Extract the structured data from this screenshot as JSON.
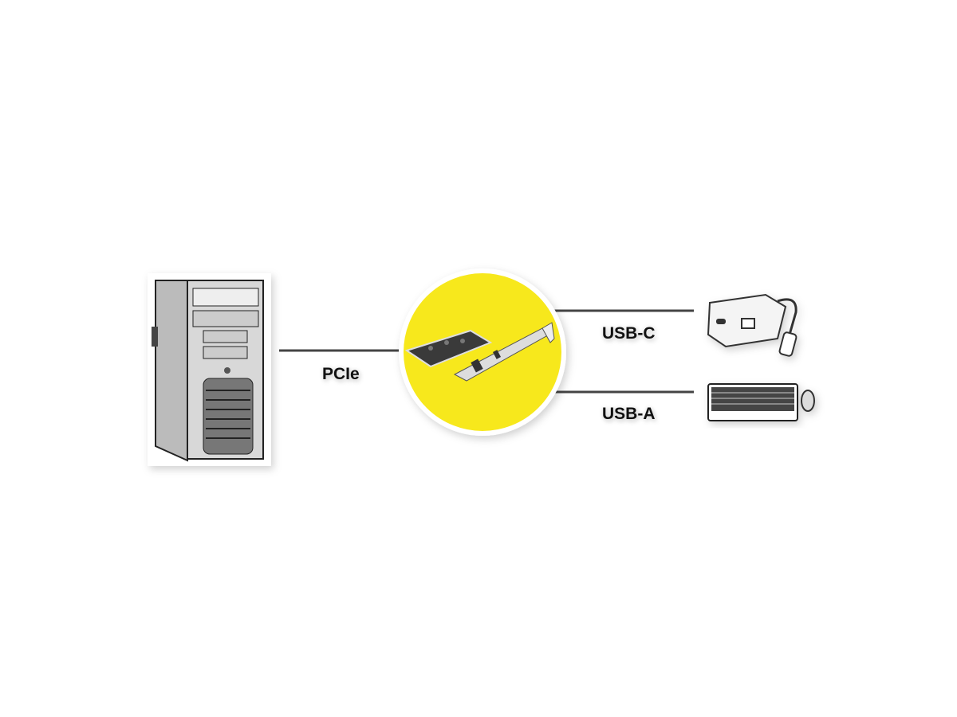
{
  "diagram": {
    "title": "PCIe USB card connection diagram",
    "nodes": [
      {
        "id": "pc",
        "icon": "pc-tower-icon"
      },
      {
        "id": "card",
        "icon": "pcie-usb-card-icon",
        "highlight_color": "#f7e81c"
      },
      {
        "id": "adapter",
        "icon": "usb-c-adapter-icon"
      },
      {
        "id": "keyboard",
        "icon": "keyboard-mouse-icon"
      }
    ],
    "edges": [
      {
        "from": "pc",
        "to": "card",
        "label": "PCIe"
      },
      {
        "from": "card",
        "to": "adapter",
        "label": "USB-C"
      },
      {
        "from": "card",
        "to": "keyboard",
        "label": "USB-A"
      }
    ],
    "line_color": "#444444"
  }
}
